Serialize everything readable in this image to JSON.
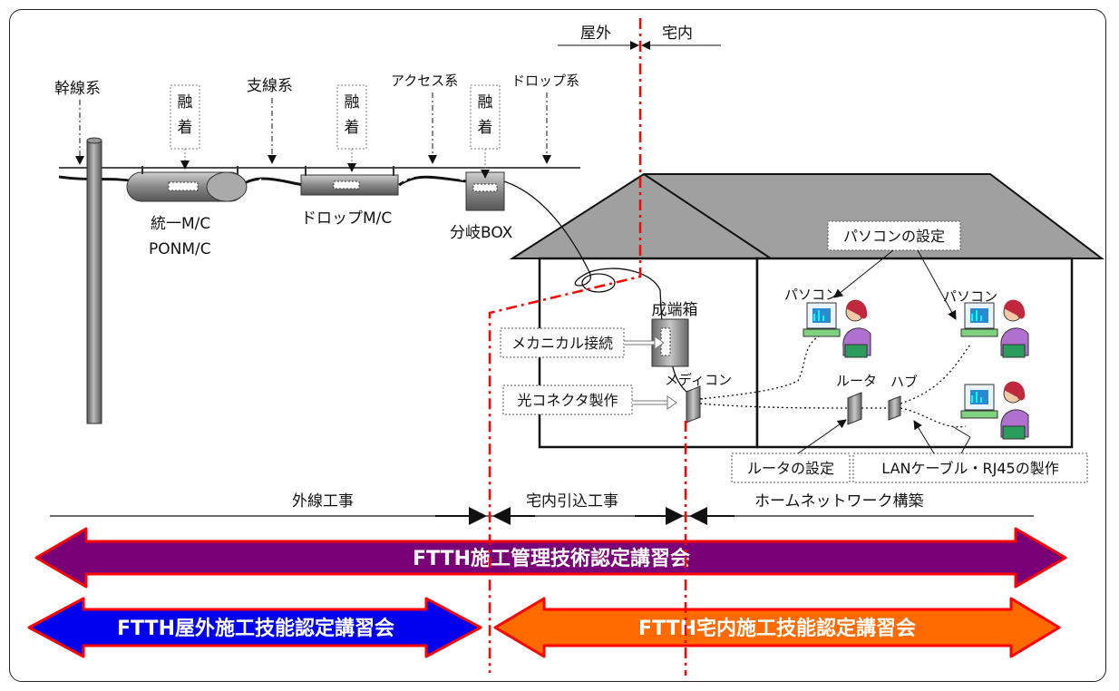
{
  "zones": {
    "outdoor": "屋外",
    "indoor": "宅内"
  },
  "network_layers": {
    "trunk": "幹線系",
    "branch": "支線系",
    "access": "アクセス系",
    "drop": "ドロップ系"
  },
  "splice": {
    "char1": "融",
    "char2": "着"
  },
  "closures": {
    "unified_line1": "統一M/C",
    "unified_line2": "PONM/C",
    "drop": "ドロップM/C",
    "branch_box": "分岐BOX"
  },
  "house": {
    "termination_box": "成端箱",
    "media_converter": "メディコン",
    "router": "ルータ",
    "hub": "ハブ",
    "pc": "パソコン"
  },
  "tasks": {
    "pc_setup": "パソコンの設定",
    "mechanical_splice": "メカニカル接続",
    "connector_making": "光コネクタ製作",
    "router_setup": "ルータの設定",
    "lan_cable": "LANケーブル・RJ45の製作"
  },
  "scope": {
    "outside": "外線工事",
    "drop_in": "宅内引込工事",
    "home_network": "ホームネットワーク構築"
  },
  "courses": {
    "management": "FTTH施工管理技術認定講習会",
    "outdoor": "FTTH屋外施工技能認定講習会",
    "indoor": "FTTH宅内施工技能認定講習会"
  },
  "colors": {
    "management": "#7a0077",
    "outdoor": "#0000ee",
    "indoor": "#ff6a00",
    "arrow_border": "#ff0000",
    "divider": "#ff0000",
    "roof": "#a0a0a0",
    "device": "#8c8c8c"
  }
}
